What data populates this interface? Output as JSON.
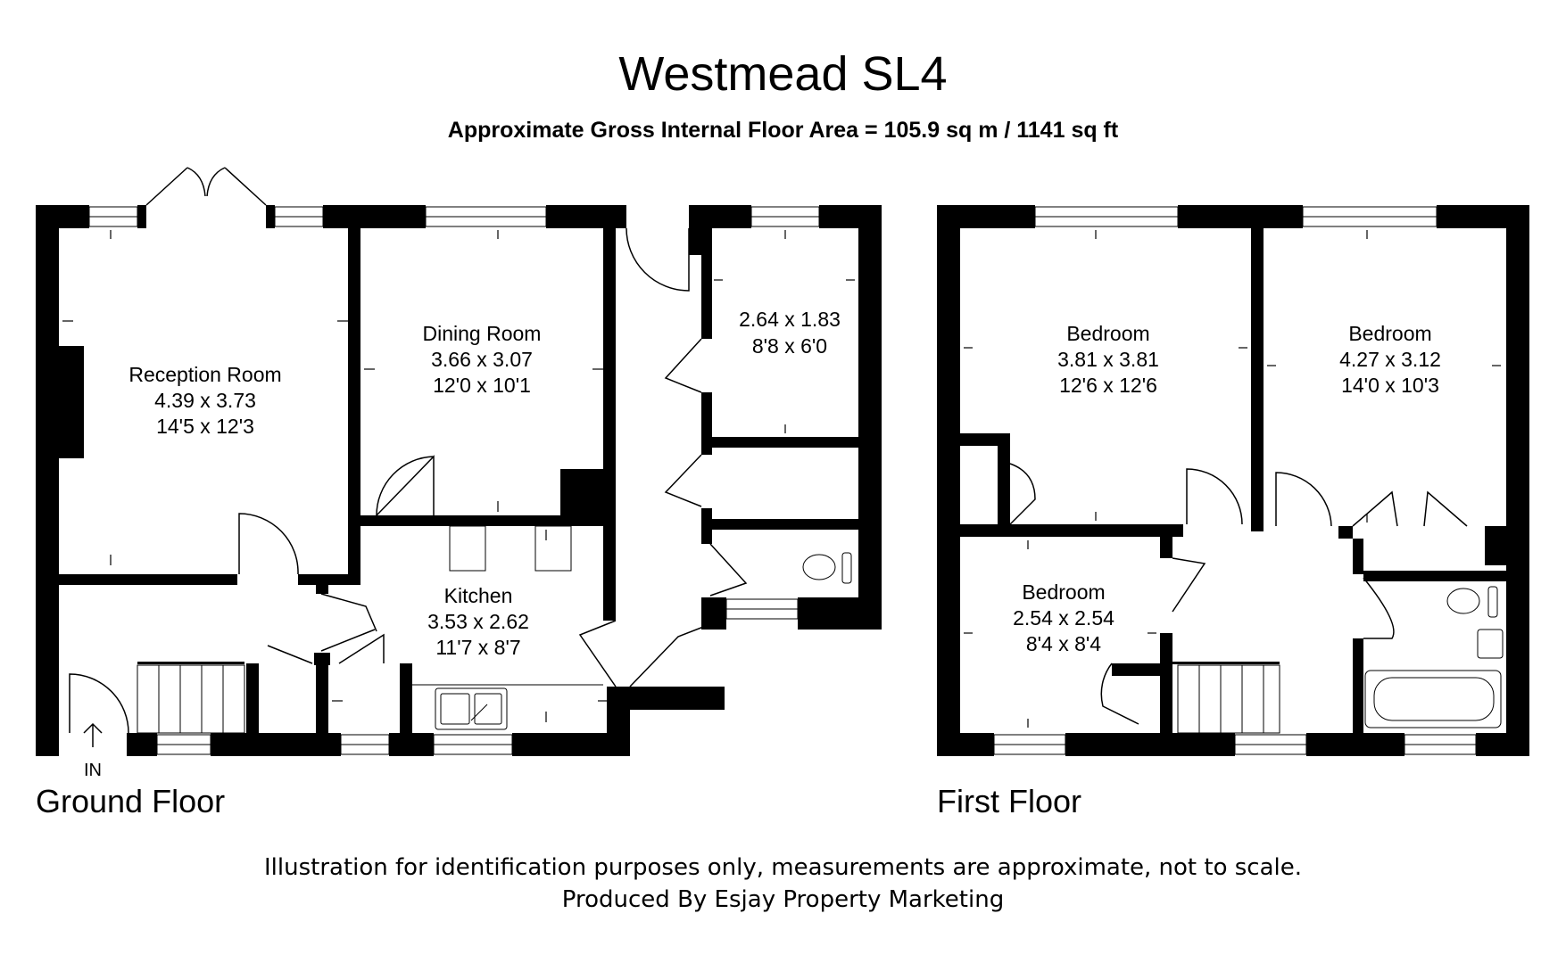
{
  "title": "Westmead SL4",
  "subtitle": "Approximate Gross Internal Floor Area = 105.9 sq m / 1141 sq ft",
  "ground_floor": {
    "label": "Ground Floor",
    "entrance": "IN",
    "rooms": [
      {
        "name": "Reception Room",
        "metric": "4.39 x 3.73",
        "imperial": "14'5 x 12'3"
      },
      {
        "name": "Dining Room",
        "metric": "3.66 x 3.07",
        "imperial": "12'0 x 10'1"
      },
      {
        "name": "Kitchen",
        "metric": "3.53 x 2.62",
        "imperial": "11'7 x 8'7"
      },
      {
        "name": "",
        "metric": "2.64 x 1.83",
        "imperial": "8'8 x 6'0"
      }
    ]
  },
  "first_floor": {
    "label": "First Floor",
    "rooms": [
      {
        "name": "Bedroom",
        "metric": "3.81 x 3.81",
        "imperial": "12'6 x 12'6"
      },
      {
        "name": "Bedroom",
        "metric": "4.27 x 3.12",
        "imperial": "14'0 x 10'3"
      },
      {
        "name": "Bedroom",
        "metric": "2.54 x 2.54",
        "imperial": "8'4 x 8'4"
      }
    ]
  },
  "footer": {
    "line1": "Illustration for identification purposes only, measurements are approximate, not to scale.",
    "line2": "Produced By Esjay Property Marketing"
  }
}
